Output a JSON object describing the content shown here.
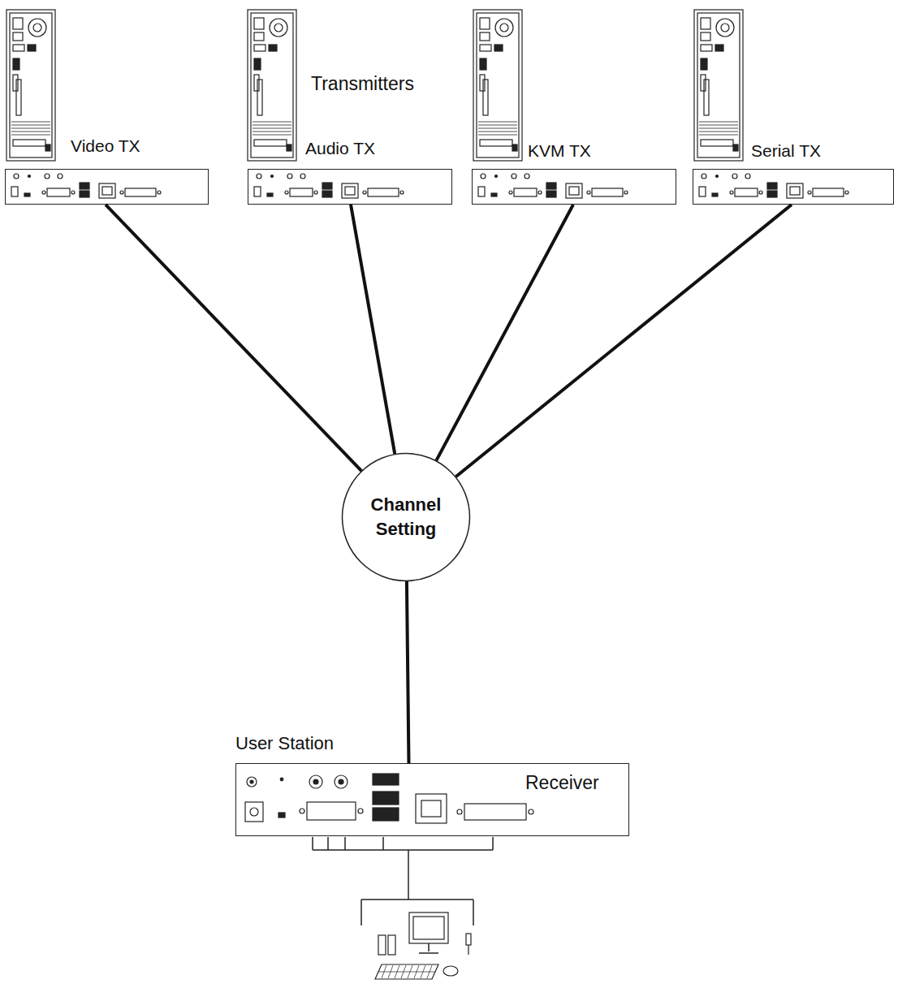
{
  "diagram": {
    "nodes": [
      {
        "text": [
          "Video TX"
        ]
      },
      {
        "text": [
          "Audio TX"
        ]
      },
      {
        "text": [
          "KVM TX"
        ]
      },
      {
        "text": [
          "Serial TX"
        ]
      },
      {
        "text": [
          "Channel Setting"
        ]
      },
      {
        "text": [
          "User Station",
          "Receiver"
        ]
      }
    ],
    "edges": [
      {
        "from": 0,
        "to": 4,
        "arrow": "none"
      },
      {
        "from": 1,
        "to": 4,
        "arrow": "none"
      },
      {
        "from": 2,
        "to": 4,
        "arrow": "none"
      },
      {
        "from": 3,
        "to": 4,
        "arrow": "none"
      },
      {
        "from": 4,
        "to": 5,
        "arrow": "none"
      }
    ],
    "labels": [
      "Transmitters"
    ]
  }
}
